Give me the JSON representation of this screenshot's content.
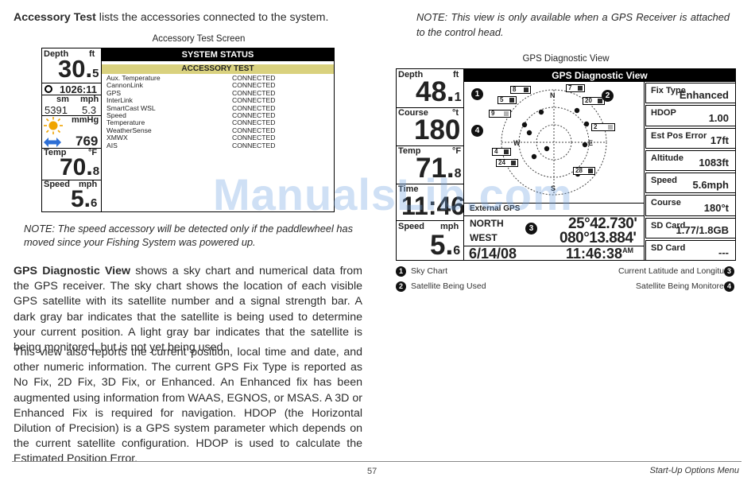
{
  "intro": {
    "term": "Accessory Test",
    "rest": " lists the accessories connected to the system."
  },
  "accessory_screen": {
    "caption": "Accessory Test Screen",
    "depth_label": "Depth",
    "depth_unit": "ft",
    "depth_big": "30.",
    "depth_small": "5",
    "clock_value": "1026:11",
    "sm_label": "sm",
    "mph_label": "mph",
    "odo_value": "5391",
    "odo_speed": "5.3",
    "mmhg_label": "mmHg",
    "pressure_value": "769",
    "temp_label": "Temp",
    "temp_unit": "°F",
    "temp_big": "70.",
    "temp_small": "8",
    "speed_label": "Speed",
    "speed_unit": "mph",
    "speed_big": "5.",
    "speed_small": "6",
    "status_title": "SYSTEM STATUS",
    "test_title": "ACCESSORY TEST",
    "rows": [
      {
        "name": "Aux. Temperature",
        "status": "CONNECTED"
      },
      {
        "name": "CannonLink",
        "status": "CONNECTED"
      },
      {
        "name": "GPS",
        "status": "CONNECTED"
      },
      {
        "name": "InterLink",
        "status": "CONNECTED"
      },
      {
        "name": "SmartCast WSL",
        "status": "CONNECTED"
      },
      {
        "name": "Speed",
        "status": "CONNECTED"
      },
      {
        "name": "Temperature",
        "status": "CONNECTED"
      },
      {
        "name": "WeatherSense",
        "status": "CONNECTED"
      },
      {
        "name": "XMWX",
        "status": "CONNECTED"
      },
      {
        "name": "AIS",
        "status": "CONNECTED"
      }
    ]
  },
  "note1": {
    "label": "NOTE:",
    "text": " The speed accessory will be detected only if the paddlewheel has moved since your Fishing System was powered up."
  },
  "gps_para1": {
    "term": "GPS Diagnostic View",
    "rest": " shows a sky chart and numerical data from the GPS receiver. The sky chart shows the location of each visible GPS satellite with its satellite number and a signal strength bar. A dark gray bar indicates that the satellite is being used to determine your current position. A light gray bar indicates that the satellite is being monitored, but is not yet being used."
  },
  "gps_para2": "This view also reports the current position, local time and date, and other numeric information. The current GPS Fix Type is reported as No Fix, 2D Fix, 3D Fix, or Enhanced. An Enhanced fix has been augmented using information from WAAS, EGNOS, or MSAS. A 3D or Enhanced Fix is required for navigation. HDOP (the Horizontal Dilution of Precision) is a GPS system parameter which depends on the current satellite configuration. HDOP is used to calculate the Estimated Position Error.",
  "note2": {
    "label": "NOTE:",
    "text": " This view is only available when a GPS Receiver is attached to the control head."
  },
  "gps_screen": {
    "caption": "GPS Diagnostic View",
    "title": "GPS Diagnostic View",
    "depth_label": "Depth",
    "depth_unit": "ft",
    "depth_big": "48.",
    "depth_small": "1",
    "course_label": "Course",
    "course_unit": "°t",
    "course_big": "180",
    "temp_label": "Temp",
    "temp_unit": "°F",
    "temp_big": "71.",
    "temp_small": "8",
    "time_label": "Time",
    "time_big": "11:46",
    "speed_label": "Speed",
    "speed_unit": "mph",
    "speed_big": "5.",
    "speed_small": "6",
    "gps_mode": "External GPS",
    "north_label": "NORTH",
    "lat_value": "25°42.730'",
    "west_label": "WEST",
    "lon_value": "080°13.884'",
    "date_value": "6/14/08",
    "time_value": "11:46:38",
    "am_label": "AM",
    "compass": {
      "n": "N",
      "s": "S",
      "e": "E",
      "w": "W"
    },
    "satellites": [
      {
        "num": "8",
        "used": true
      },
      {
        "num": "7",
        "used": true
      },
      {
        "num": "5",
        "used": true
      },
      {
        "num": "20",
        "used": true
      },
      {
        "num": "9",
        "used": false
      },
      {
        "num": "2",
        "used": false
      },
      {
        "num": "4",
        "used": true
      },
      {
        "num": "24",
        "used": true
      },
      {
        "num": "28",
        "used": true
      }
    ],
    "fields": [
      {
        "label": "Fix Type",
        "value": "Enhanced"
      },
      {
        "label": "HDOP",
        "value": "1.00"
      },
      {
        "label": "Est Pos Error",
        "value": "17ft"
      },
      {
        "label": "Altitude",
        "value": "1083ft"
      },
      {
        "label": "Speed",
        "value": "5.6mph"
      },
      {
        "label": "Course",
        "value": "180°t"
      },
      {
        "label": "SD Card",
        "value": "1.77/1.8GB"
      },
      {
        "label": "SD Card",
        "value": "---"
      }
    ],
    "callouts": [
      "1",
      "2",
      "3",
      "4"
    ]
  },
  "legend": {
    "sky_chart_num": "1",
    "sky_chart": "Sky Chart",
    "sat_used_num": "2",
    "sat_used": "Satellite Being Used",
    "lat_lon_num": "3",
    "lat_lon": "Current Latitude and Longitude",
    "sat_mon_num": "4",
    "sat_mon": "Satellite Being Monitored"
  },
  "footer": {
    "page_number": "57",
    "section": "Start-Up Options Menu"
  },
  "watermark": "ManualsLib.com",
  "colors": {
    "used_bar": "#2b2b2b",
    "monitored_bar": "#b4b4b4",
    "watermark": "#6ea0e1"
  }
}
